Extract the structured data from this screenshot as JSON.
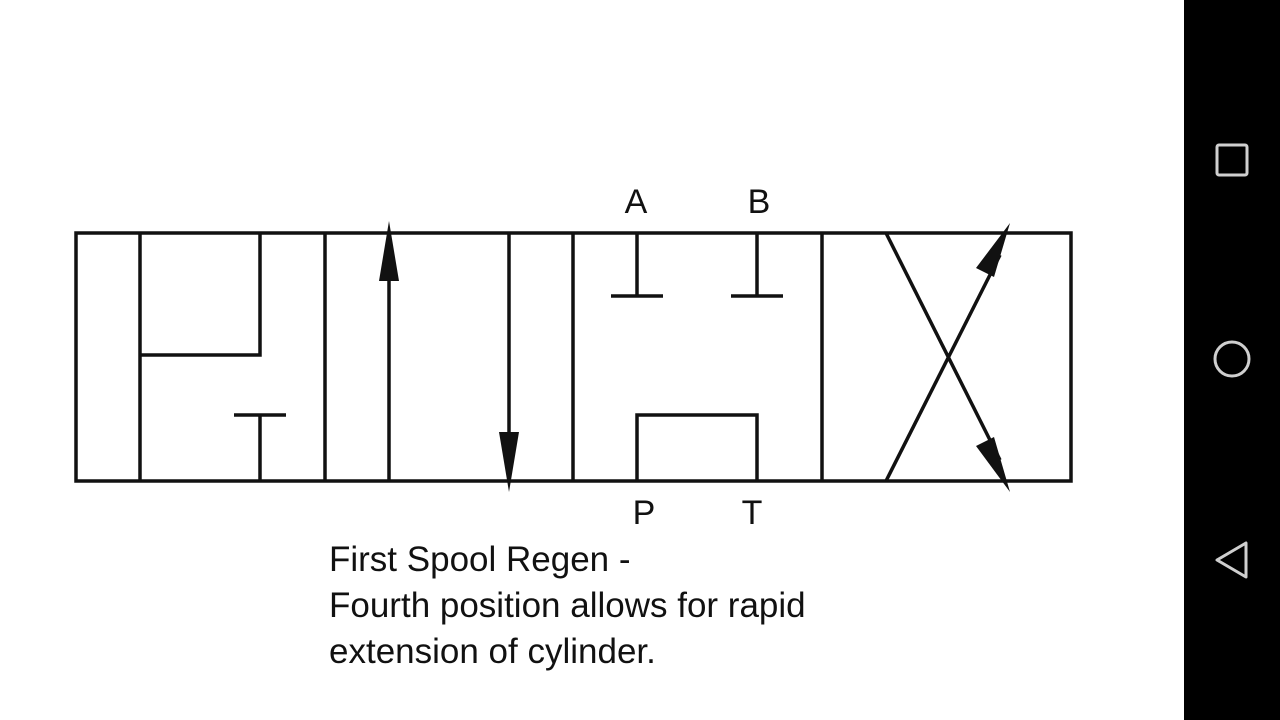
{
  "diagram": {
    "ports": {
      "a": "A",
      "b": "B",
      "p": "P",
      "t": "T"
    }
  },
  "caption": {
    "line1": "First Spool Regen -",
    "line2": "Fourth position allows for rapid",
    "line3": "extension of cylinder."
  },
  "navigation": {
    "buttons": [
      {
        "icon": "square-recents-icon",
        "action": "recents"
      },
      {
        "icon": "circle-home-icon",
        "action": "home"
      },
      {
        "icon": "triangle-back-icon",
        "action": "back"
      }
    ]
  },
  "colors": {
    "ink": "#111111",
    "background": "#ffffff",
    "navbar": "#000000",
    "nav_icon": "#cfcfcf"
  }
}
